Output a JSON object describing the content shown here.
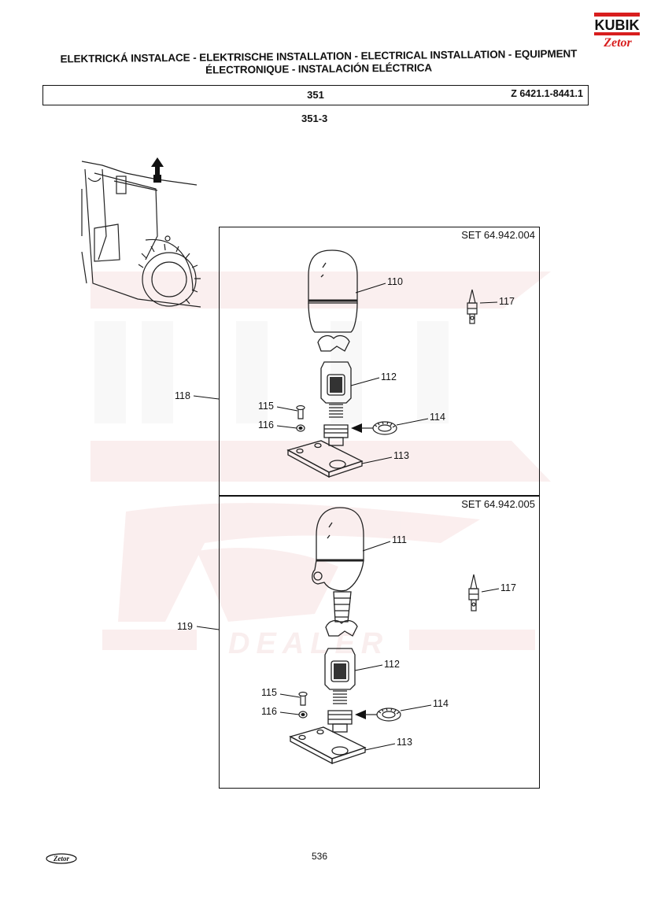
{
  "header": {
    "title_line1": "ELEKTRICKÁ INSTALACE - ELEKTRISCHE INSTALLATION - ELECTRICAL INSTALLATION - EQUIPMENT",
    "title_line2": "ÉLECTRONIQUE - INSTALACIÓN ELÉCTRICA",
    "group_number": "351",
    "model_range": "Z 6421.1-8441.1"
  },
  "figure": {
    "number": "351-3",
    "sets": [
      {
        "label": "SET 64.942.004",
        "set_ref": "118",
        "parts": {
          "beacon": "110",
          "bulb": "117",
          "holder": "112",
          "screw": "115",
          "washer": "116",
          "lock_washer": "114",
          "base_plate": "113"
        }
      },
      {
        "label": "SET 64.942.005",
        "set_ref": "119",
        "parts": {
          "beacon": "111",
          "bulb": "117",
          "holder": "112",
          "screw": "115",
          "washer": "116",
          "lock_washer": "114",
          "base_plate": "113"
        }
      }
    ]
  },
  "logos": {
    "kubik_text": "KUBIK",
    "zetor_text": "Zetor",
    "dealer_text": "DEALER"
  },
  "footer": {
    "page_number": "536"
  },
  "colors": {
    "ink": "#111111",
    "logo_red": "#d81e1e",
    "watermark": "#f2dcdc"
  }
}
